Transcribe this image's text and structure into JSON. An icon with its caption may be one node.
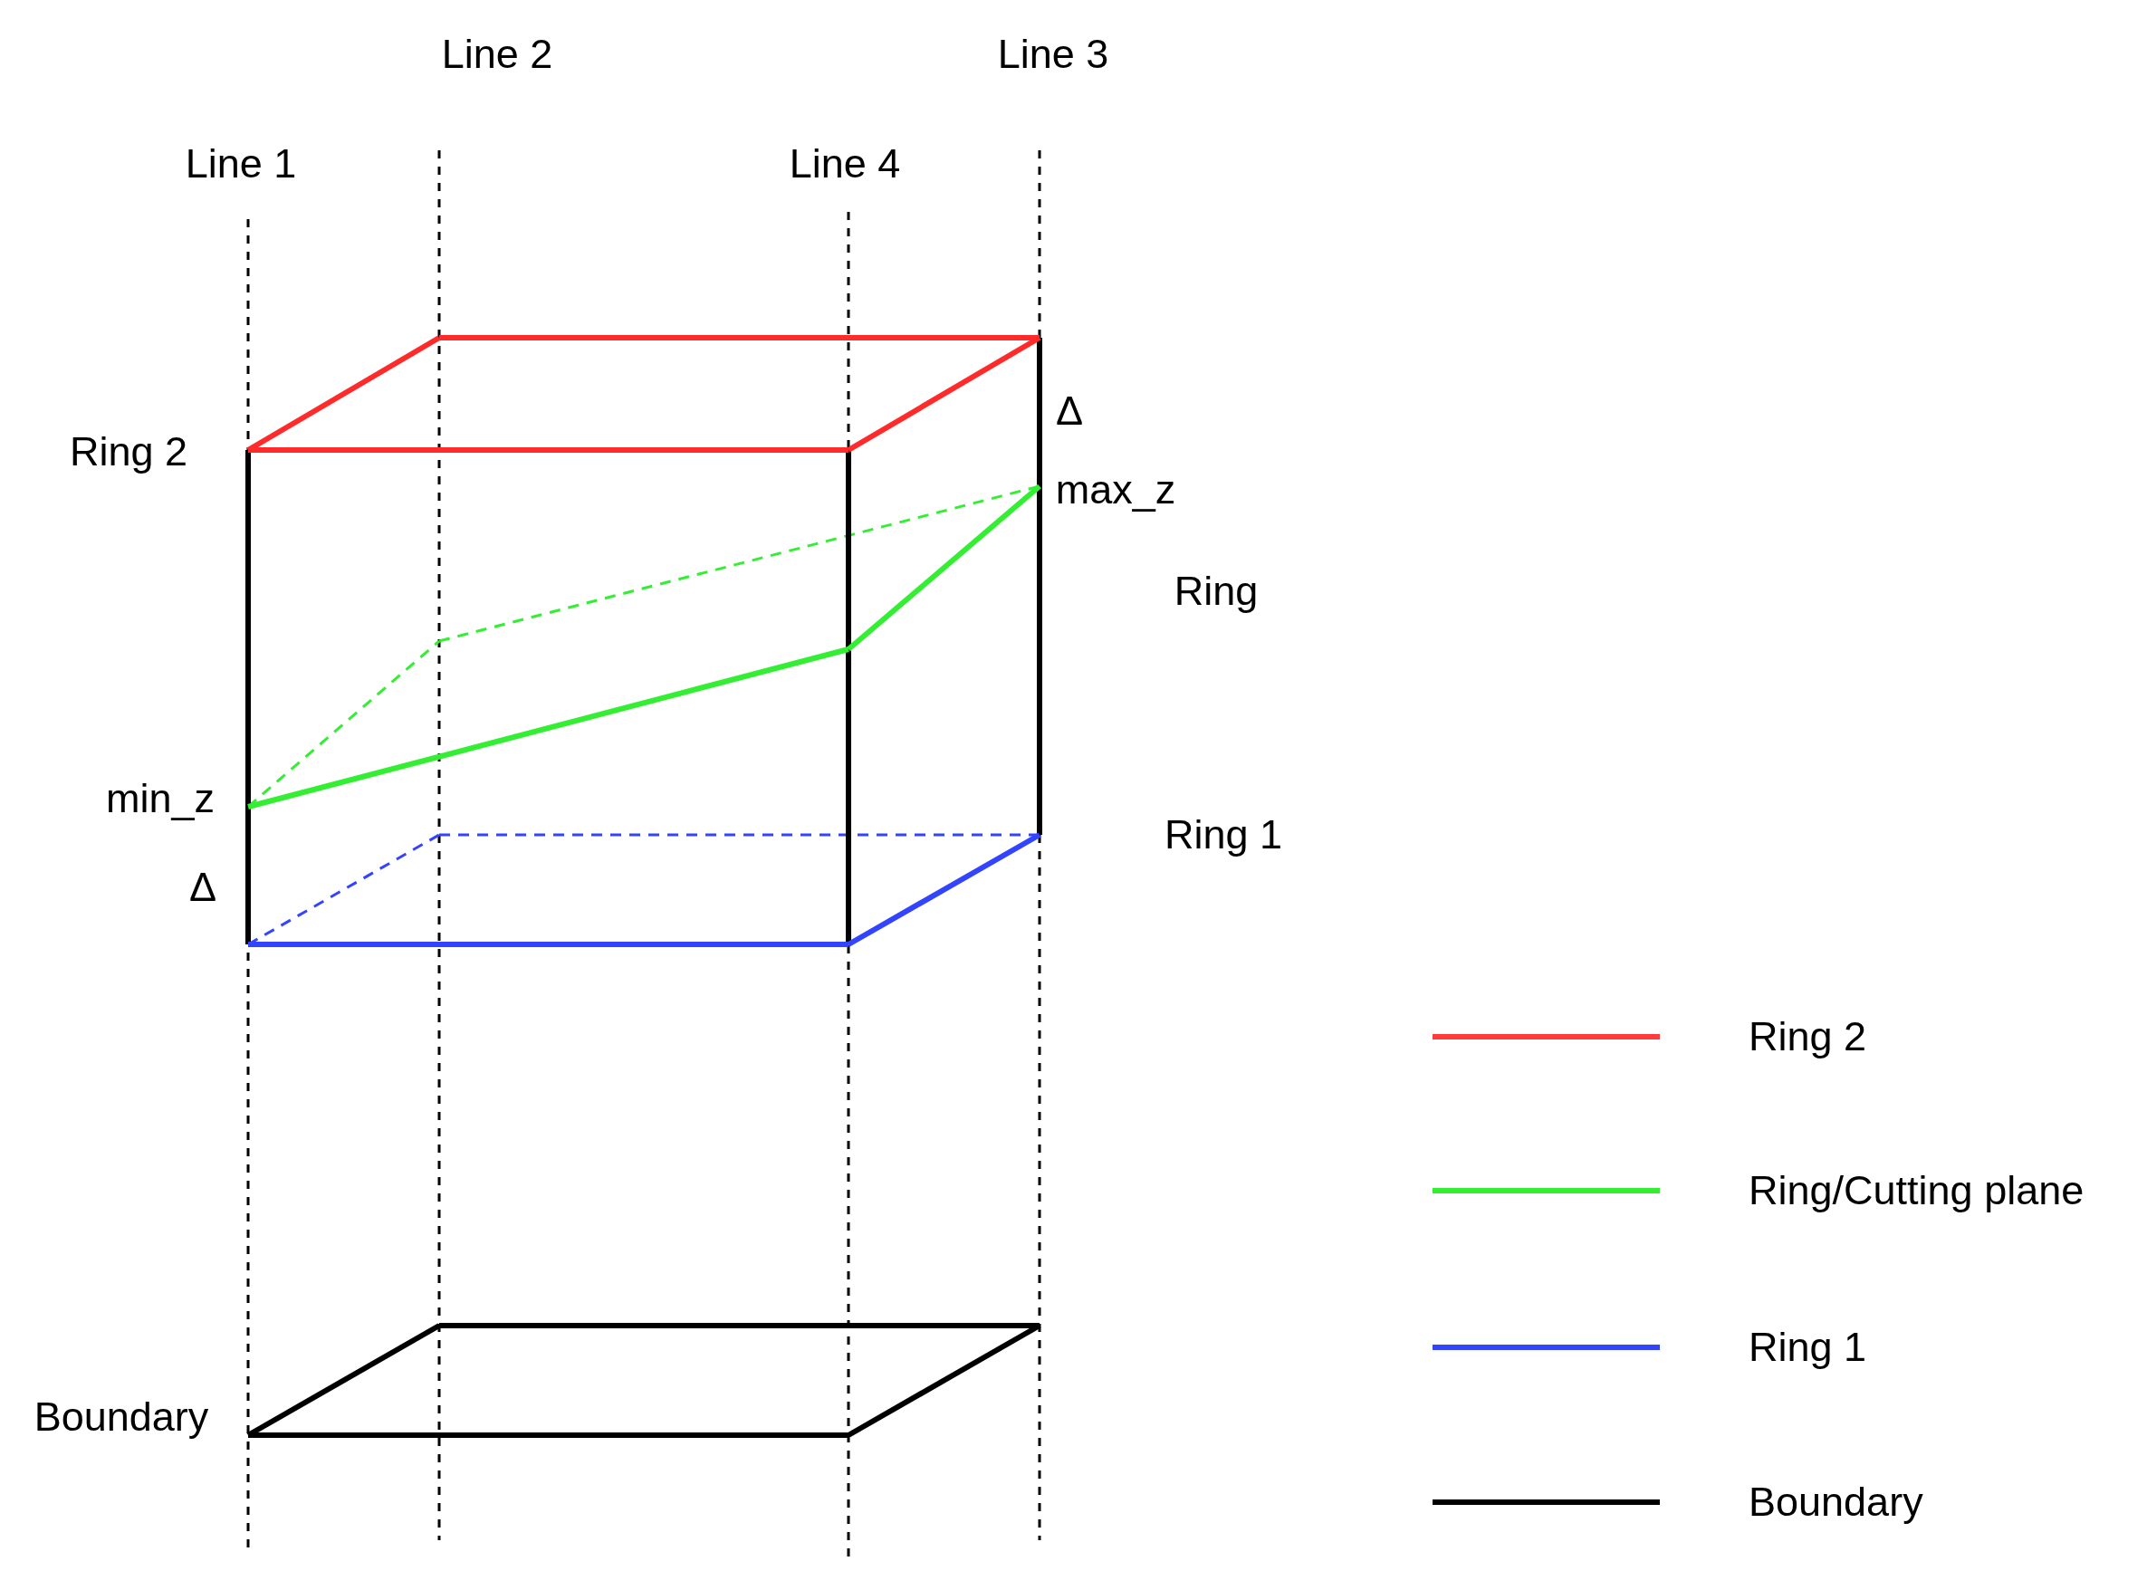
{
  "diagram": {
    "labels": [
      "Line 2",
      "Line 3",
      "Line 1",
      "Line 4",
      "Ring 2",
      "Δ",
      "max_z",
      "Ring",
      "min_z",
      "Δ",
      "Ring 1",
      "Boundary"
    ],
    "legend": [
      {
        "text": "Ring 2"
      },
      {
        "text": "Ring/Cutting plane"
      },
      {
        "text": "Ring 1"
      },
      {
        "text": "Boundary"
      }
    ]
  }
}
